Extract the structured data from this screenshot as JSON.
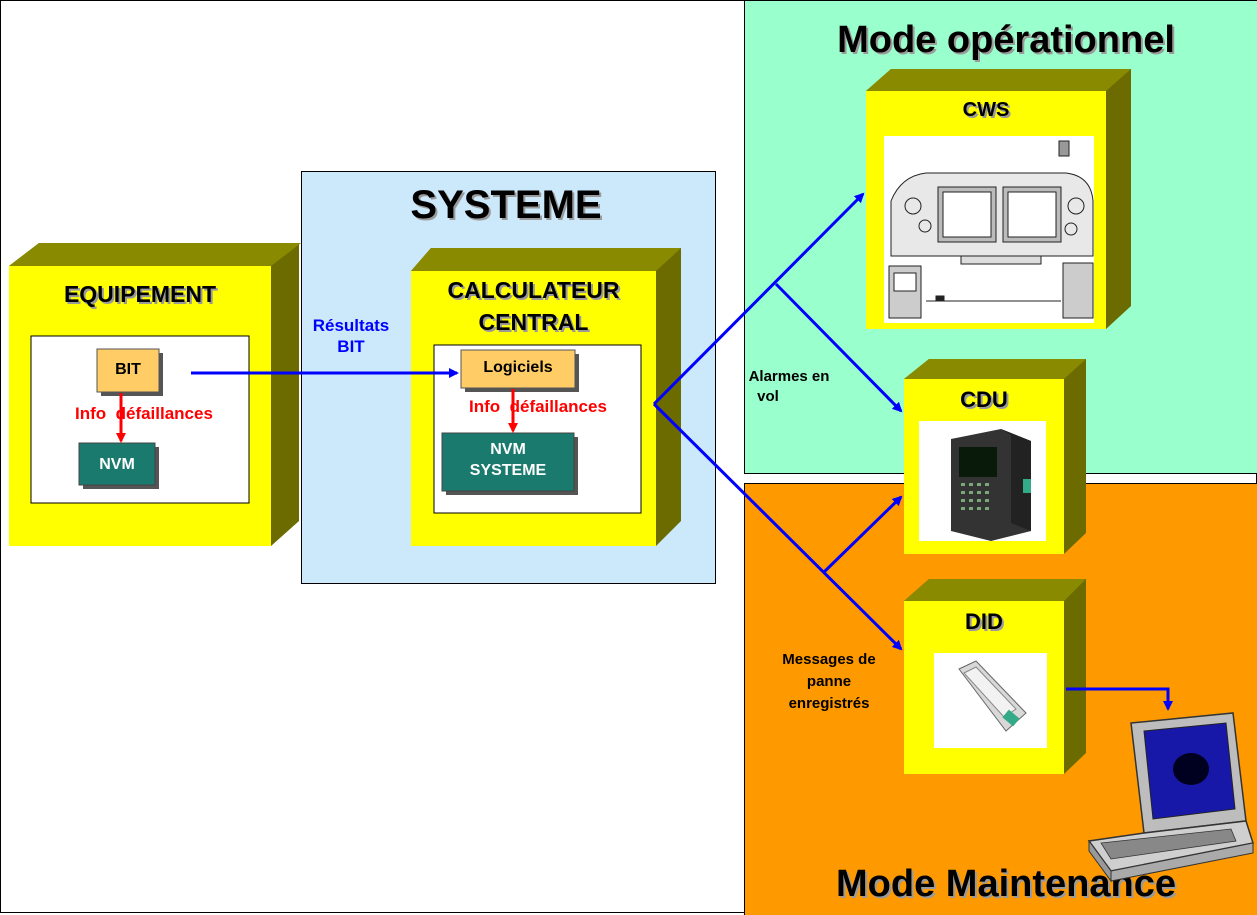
{
  "regions": {
    "systeme": "SYSTEME",
    "mode_operationnel": "Mode opérationnel",
    "mode_maintenance": "Mode Maintenance"
  },
  "nodes": {
    "equipement": {
      "title": "EQUIPEMENT",
      "bit": "BIT",
      "nvm": "NVM",
      "info": "Info  défaillances"
    },
    "calculateur": {
      "title_line1": "CALCULATEUR",
      "title_line2": "CENTRAL",
      "logiciels": "Logiciels",
      "nvm_line1": "NVM",
      "nvm_line2": "SYSTEME",
      "info": "Info  défaillances"
    },
    "cws": {
      "title": "CWS"
    },
    "cdu": {
      "title": "CDU"
    },
    "did": {
      "title": "DID"
    }
  },
  "edge_labels": {
    "resultats_line1": "Résultats",
    "resultats_line2": "BIT",
    "alarmes_line1": "Alarmes en",
    "alarmes_line2": "vol",
    "messages_line1": "Messages de",
    "messages_line2": "panne",
    "messages_line3": "enregistrés"
  },
  "colors": {
    "yellow": "#ffff00",
    "olive": "#6b6b00",
    "systeme_bg": "#cce9fb",
    "operationnel_bg": "#99ffcc",
    "maintenance_bg": "#ff9900",
    "box_tan": "#ffcc66",
    "box_teal": "#1a7a6e",
    "blue_arrow": "#0000ff",
    "red_arrow": "#ff0000"
  }
}
